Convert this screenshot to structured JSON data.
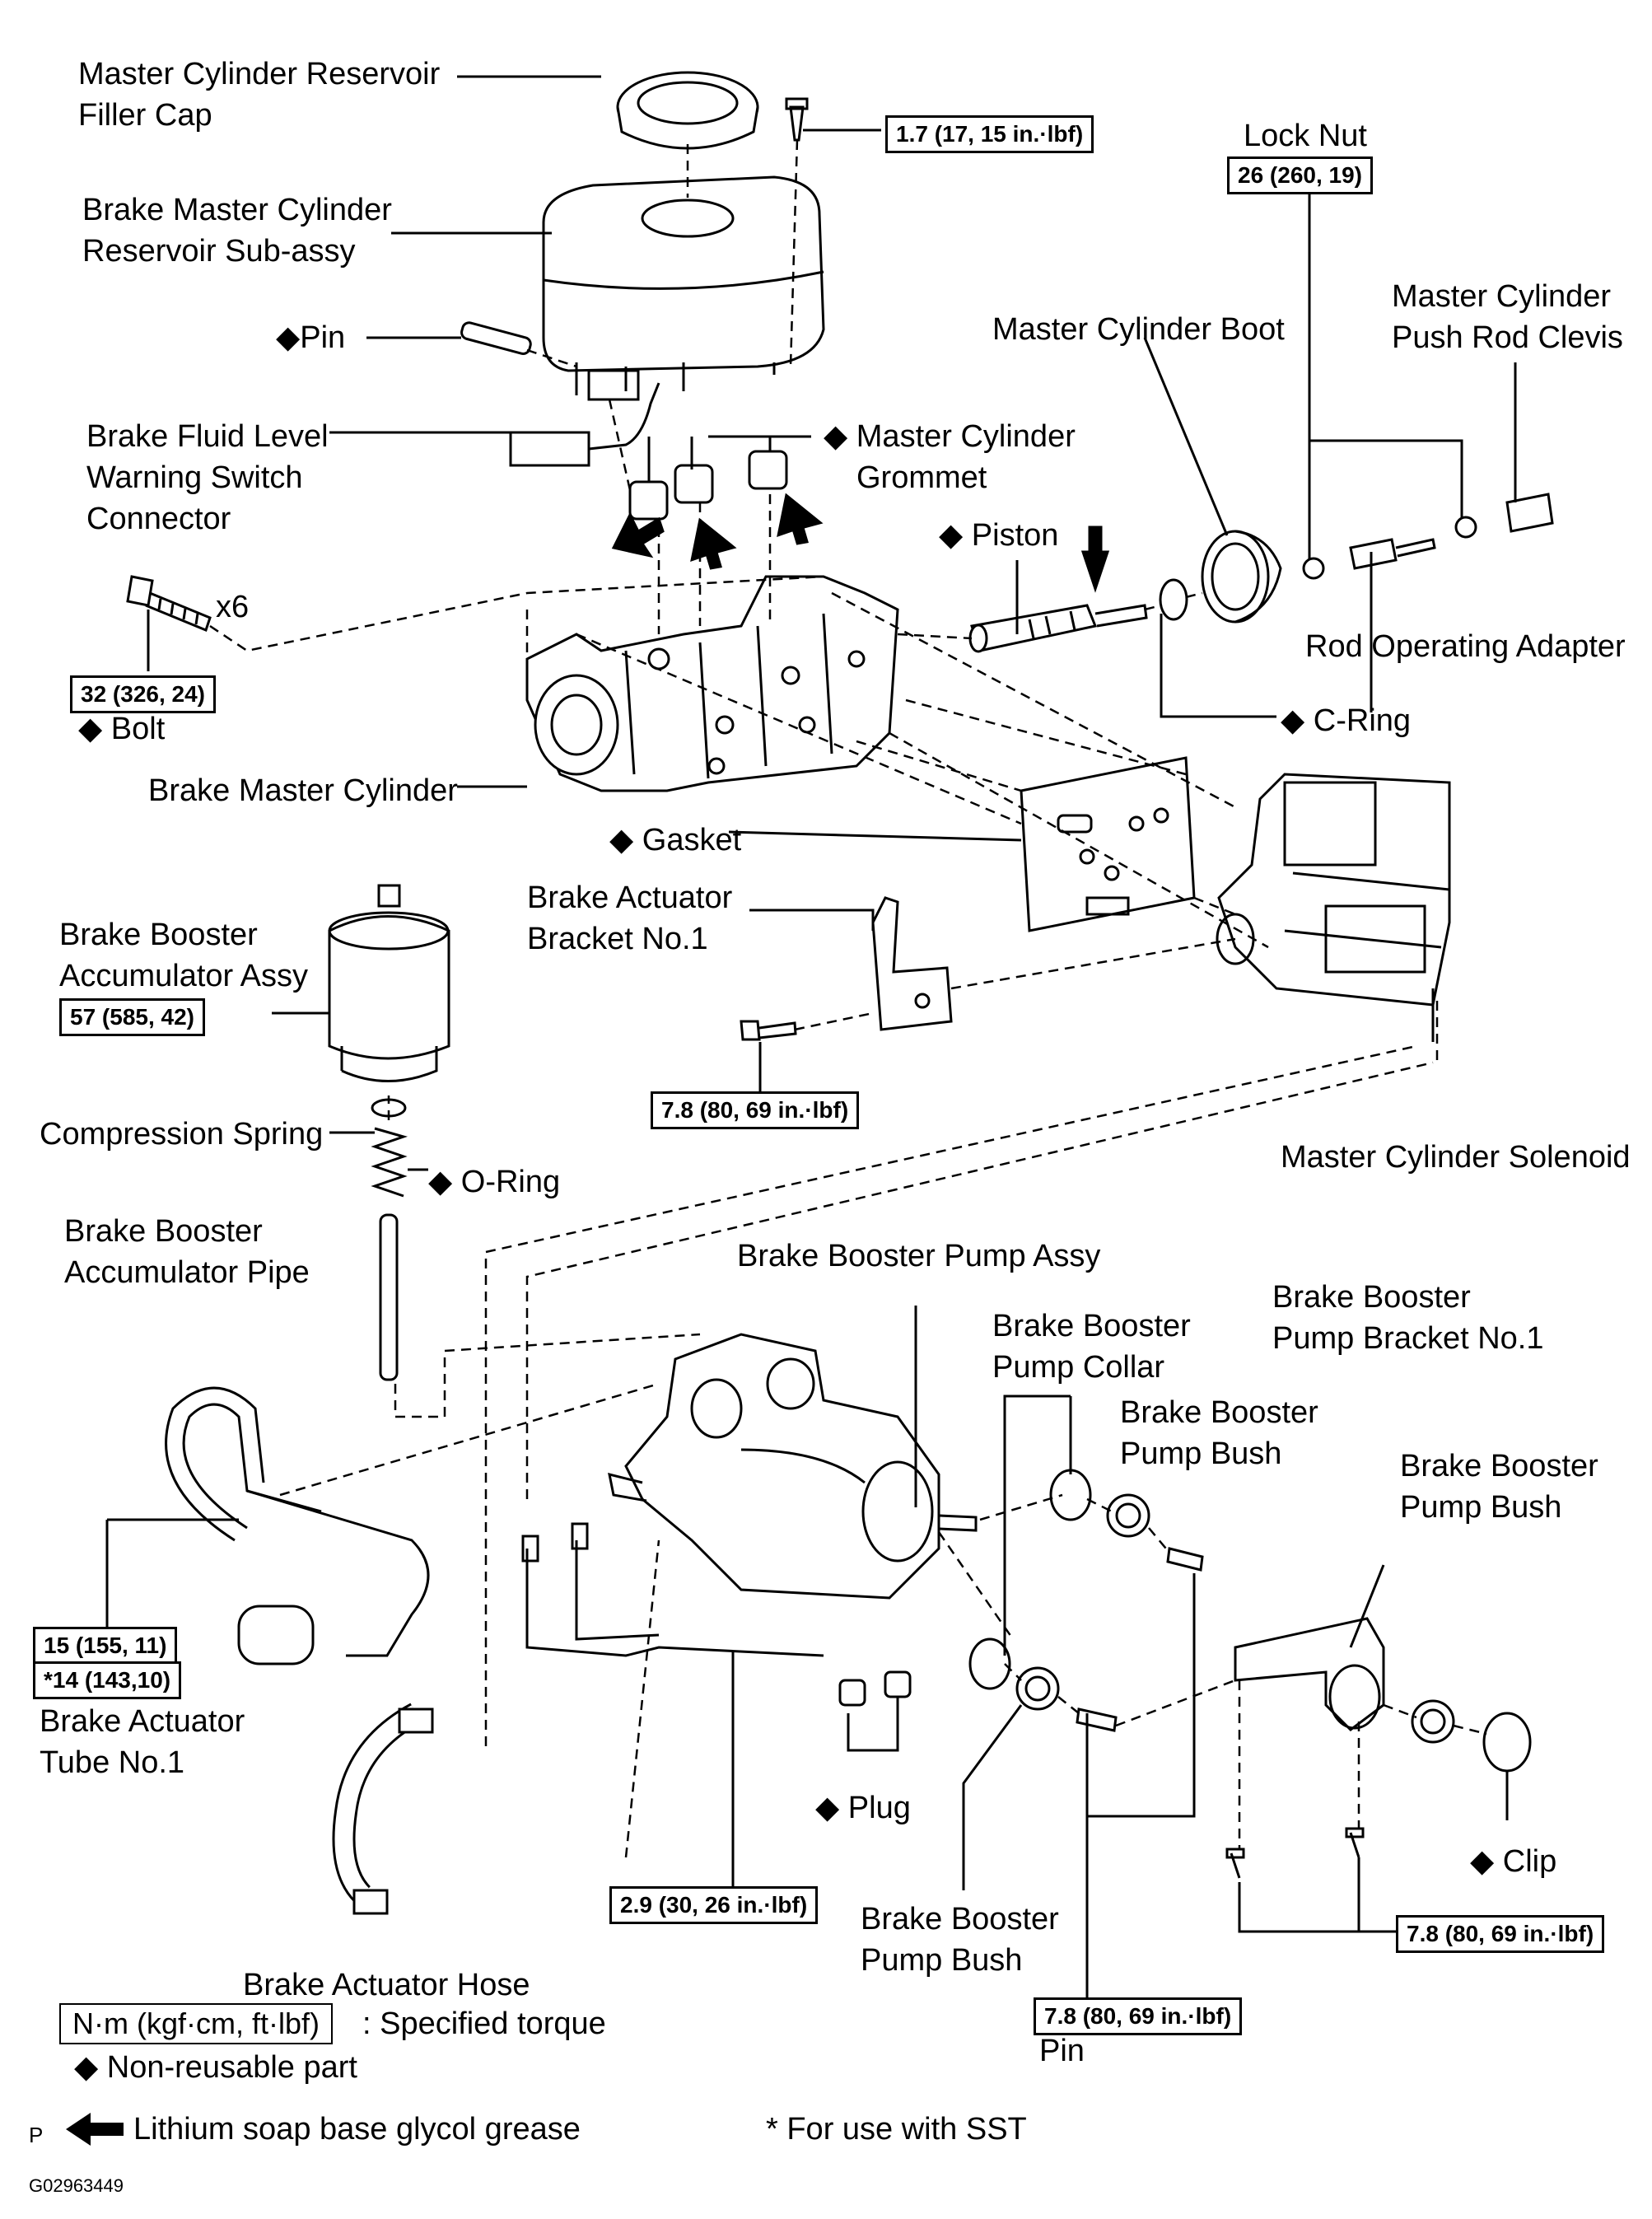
{
  "labels": {
    "filler_cap": [
      "Master Cylinder Reservoir",
      "Filler Cap"
    ],
    "reservoir": [
      "Brake Master Cylinder",
      "Reservoir  Sub-assy"
    ],
    "pin_top": "◆Pin",
    "fluid_switch": [
      "Brake Fluid Level",
      "Warning Switch",
      "Connector"
    ],
    "grommet": [
      "◆ Master Cylinder",
      "Grommet"
    ],
    "piston": "◆ Piston",
    "lock_nut": "Lock Nut",
    "boot": "Master Cylinder Boot",
    "clevis": [
      "Master Cylinder",
      "Push Rod Clevis"
    ],
    "rod_adapter": "Rod Operating Adapter",
    "c_ring": "◆ C-Ring",
    "x6": "x6",
    "bolt": "◆ Bolt",
    "master_cylinder": "Brake Master Cylinder",
    "gasket": "◆ Gasket",
    "actuator_bracket": [
      "Brake Actuator",
      "Bracket No.1"
    ],
    "accumulator": [
      "Brake Booster",
      "Accumulator Assy"
    ],
    "compression_spring": "Compression Spring",
    "o_ring": "◆ O-Ring",
    "solenoid": "Master Cylinder Solenoid",
    "accumulator_pipe": [
      "Brake Booster",
      "Accumulator Pipe"
    ],
    "pump_assy": "Brake Booster Pump Assy",
    "pump_bracket": [
      "Brake Booster",
      "Pump Bracket No.1"
    ],
    "pump_collar": [
      "Brake Booster",
      "Pump Collar"
    ],
    "pump_bush_1": [
      "Brake Booster",
      "Pump Bush"
    ],
    "pump_bush_2": [
      "Brake Booster",
      "Pump Bush"
    ],
    "actuator_tube": [
      "Brake Actuator",
      "Tube No.1"
    ],
    "plug": "◆ Plug",
    "clip": "◆ Clip",
    "pump_bush_3": [
      "Brake Booster",
      "Pump Bush"
    ],
    "actuator_hose": "Brake Actuator Hose",
    "pin_bottom": "Pin"
  },
  "torques": {
    "reservoir_screw": "1.7 (17, 15 in.·lbf)",
    "lock_nut": "26 (260, 19)",
    "bolt": "32 (326, 24)",
    "accumulator": "57 (585, 42)",
    "bracket": "7.8 (80, 69 in.·lbf)",
    "tube_a": "15 (155, 11)",
    "tube_b": "*14 (143,10)",
    "pump_union": "2.9 (30, 26 in.·lbf)",
    "pump_bracket": "7.8 (80, 69 in.·lbf)",
    "pin": "7.8 (80, 69 in.·lbf)"
  },
  "legend": {
    "torque_unit": "N·m (kgf·cm, ft·lbf)",
    "torque_desc": ": Specified torque",
    "non_reusable": "◆ Non-reusable  part",
    "grease": "Lithium soap base glycol grease",
    "sst_note": "* For use with SST",
    "corner_mark": "P",
    "figure_code": "G02963449"
  }
}
